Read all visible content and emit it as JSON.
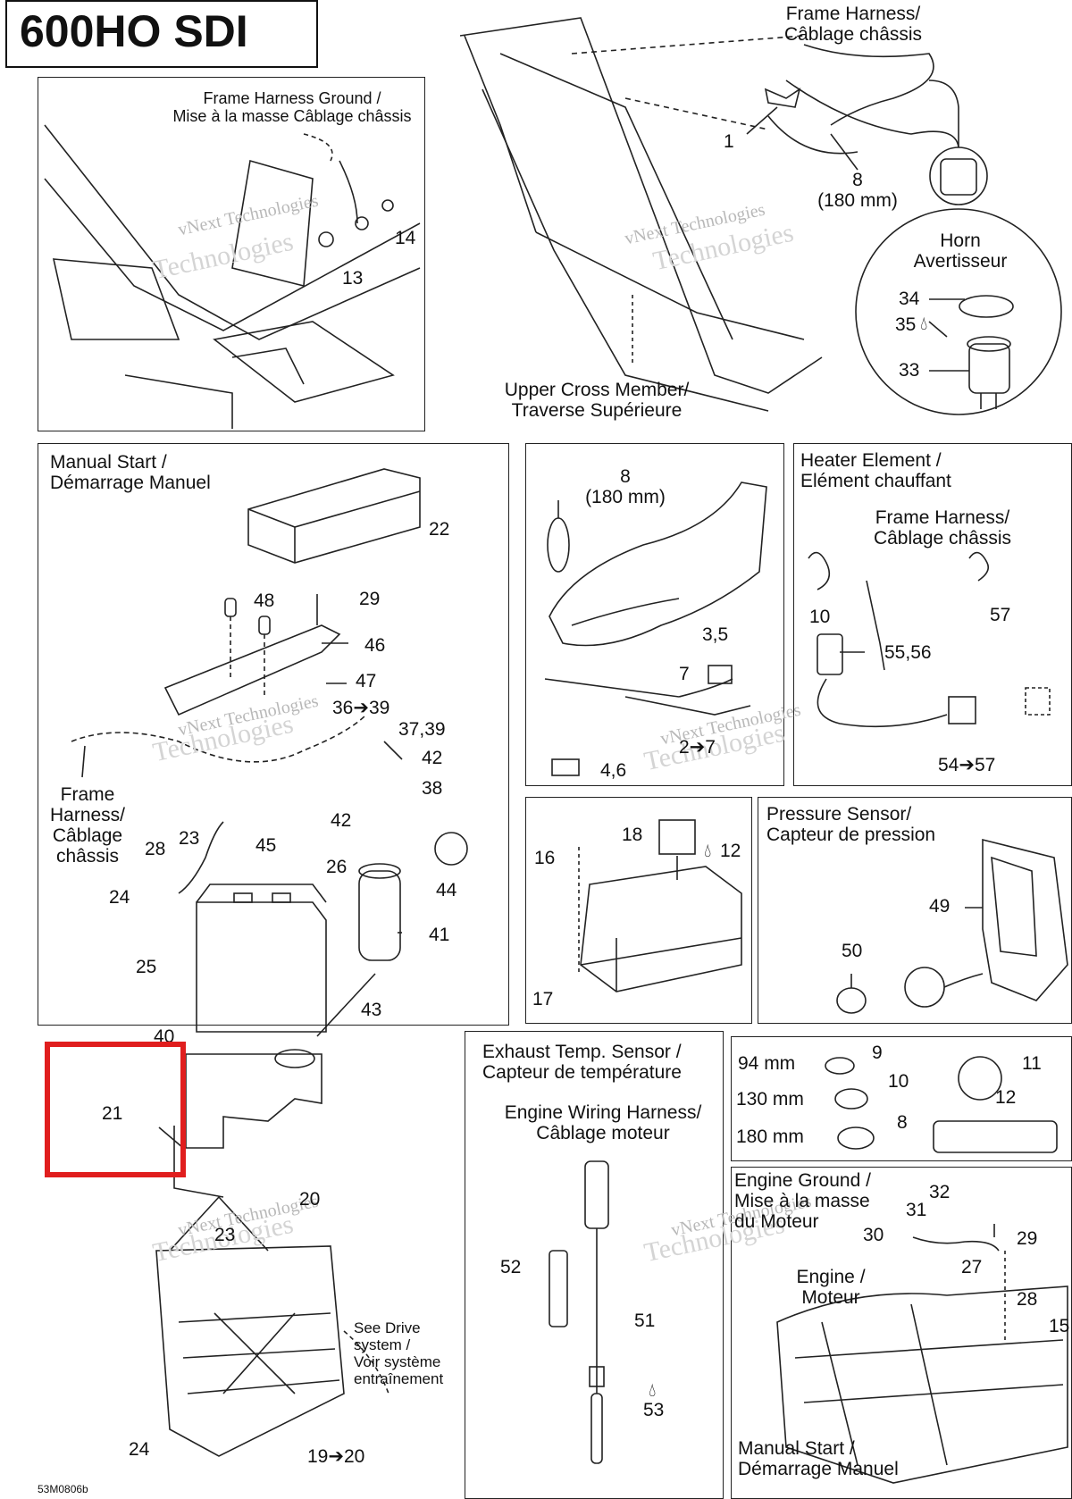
{
  "title": "600HO SDI",
  "colors": {
    "highlight": "#e01e1e",
    "line": "#222222",
    "watermark": "#b8b8b8"
  },
  "watermark": {
    "line1": "vNext Technologies",
    "line2": "Technologies"
  },
  "doc_code": "53M0806b",
  "panel1": {
    "heading": [
      "Frame Harness Ground /",
      "Mise à la masse Câblage châssis"
    ],
    "parts": [
      "14",
      "13"
    ]
  },
  "panel2": {
    "frame_harness": [
      "Frame Harness/",
      "Câblage châssis"
    ],
    "horn": [
      "Horn",
      "Avertisseur"
    ],
    "upper_cross": [
      "Upper Cross Member/",
      "Traverse Supérieure"
    ],
    "tie": [
      "8",
      "(180 mm)"
    ],
    "parts": [
      "1",
      "34",
      "35",
      "33"
    ]
  },
  "panel3": {
    "heading": [
      "Manual Start /",
      "Démarrage Manuel"
    ],
    "frame_harness": [
      "Frame",
      "Harness/",
      "Câblage",
      "châssis"
    ],
    "see_drive": [
      "See Drive",
      "system /",
      "Voir système",
      "entraînement"
    ],
    "parts": [
      "22",
      "48",
      "29",
      "46",
      "47",
      "36➔39",
      "37,39",
      "42",
      "38",
      "42",
      "28",
      "23",
      "45",
      "26",
      "44",
      "24",
      "41",
      "25",
      "43",
      "40",
      "21",
      "20",
      "23",
      "24",
      "19➔20"
    ]
  },
  "panel4": {
    "tie": [
      "8",
      "(180 mm)"
    ],
    "parts": [
      "3,5",
      "7",
      "2➔7",
      "4,6"
    ]
  },
  "panel5": {
    "heading": [
      "Heater Element /",
      "Elément chauffant"
    ],
    "frame_harness": [
      "Frame Harness/",
      "Câblage châssis"
    ],
    "parts": [
      "10",
      "57",
      "55,56",
      "54➔57"
    ]
  },
  "panel6": {
    "parts": [
      "18",
      "12",
      "16",
      "17"
    ]
  },
  "panel7": {
    "heading": [
      "Pressure Sensor/",
      "Capteur de pression"
    ],
    "parts": [
      "49",
      "50"
    ]
  },
  "panel8": {
    "heading": [
      "Exhaust Temp. Sensor /",
      "Capteur de température"
    ],
    "engine_harness": [
      "Engine Wiring Harness/",
      "Câblage moteur"
    ],
    "parts": [
      "52",
      "51",
      "53"
    ]
  },
  "panel9": {
    "ties": [
      "94 mm",
      "130 mm",
      "180 mm"
    ],
    "parts": [
      "9",
      "10",
      "8",
      "11",
      "12"
    ]
  },
  "panel10": {
    "heading": [
      "Engine Ground /",
      "Mise à la masse",
      "du Moteur"
    ],
    "engine": [
      "Engine /",
      "Moteur"
    ],
    "manual": [
      "Manual Start /",
      "Démarrage Manuel"
    ],
    "parts": [
      "32",
      "31",
      "30",
      "29",
      "27",
      "28",
      "15"
    ]
  }
}
